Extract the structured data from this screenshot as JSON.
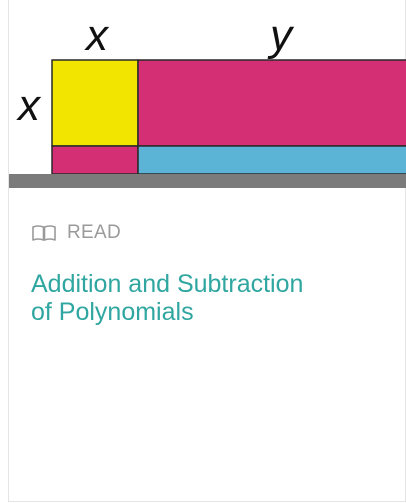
{
  "card": {
    "thumbnail": {
      "label_top_x": "x",
      "label_top_y": "y",
      "label_left_x": "x",
      "colors": {
        "yellow": "#f2e600",
        "magenta": "#d42f74",
        "blue": "#5bb4d6",
        "base_bar": "#7b7b7b"
      }
    },
    "type_icon": "book-icon",
    "type_label": "READ",
    "title": "Addition and Subtraction of Polynomials",
    "colors": {
      "title": "#2fa6a0",
      "type_label": "#9a9a9a"
    }
  }
}
